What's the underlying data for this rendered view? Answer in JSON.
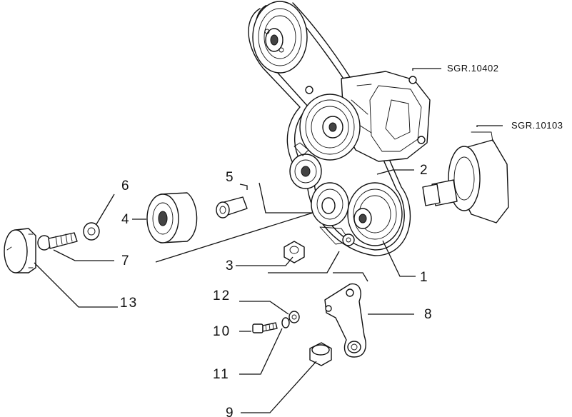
{
  "diagram": {
    "labels": {
      "p1": "1",
      "p2": "2",
      "p3": "3",
      "p4": "4",
      "p5": "5",
      "p6": "6",
      "p7": "7",
      "p8": "8",
      "p9": "9",
      "p10": "10",
      "p11": "11",
      "p12": "12",
      "p13": "13"
    },
    "refs": {
      "waterpump": "SGR.10402",
      "crankshaft": "SGR.10103"
    }
  }
}
